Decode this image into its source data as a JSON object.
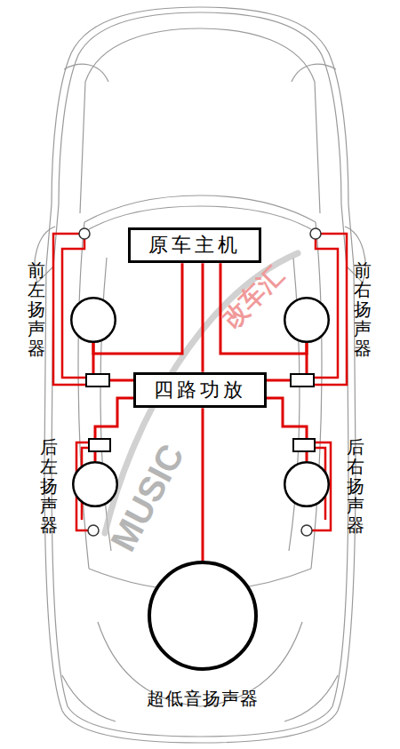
{
  "diagram": {
    "nodes": [
      {
        "text": [
          "原车主机"
        ]
      },
      {
        "text": [
          "四路功放"
        ]
      },
      {
        "text": [
          "前左扬声器"
        ]
      },
      {
        "text": [
          "前右扬声器"
        ]
      },
      {
        "text": [
          "后左扬声器"
        ]
      },
      {
        "text": [
          "后右扬声器"
        ]
      },
      {
        "text": [
          "超低音扬声器"
        ]
      }
    ],
    "edges": [
      {
        "from": 0,
        "to": 1,
        "arrow": "none"
      },
      {
        "from": 0,
        "to": 2,
        "arrow": "none"
      },
      {
        "from": 0,
        "to": 3,
        "arrow": "none"
      },
      {
        "from": 1,
        "to": 2,
        "arrow": "none"
      },
      {
        "from": 1,
        "to": 3,
        "arrow": "none"
      },
      {
        "from": 1,
        "to": 4,
        "arrow": "none"
      },
      {
        "from": 1,
        "to": 5,
        "arrow": "none"
      },
      {
        "from": 1,
        "to": 6,
        "arrow": "none"
      }
    ],
    "labels": [
      "MUSIC",
      "改车汇"
    ]
  }
}
